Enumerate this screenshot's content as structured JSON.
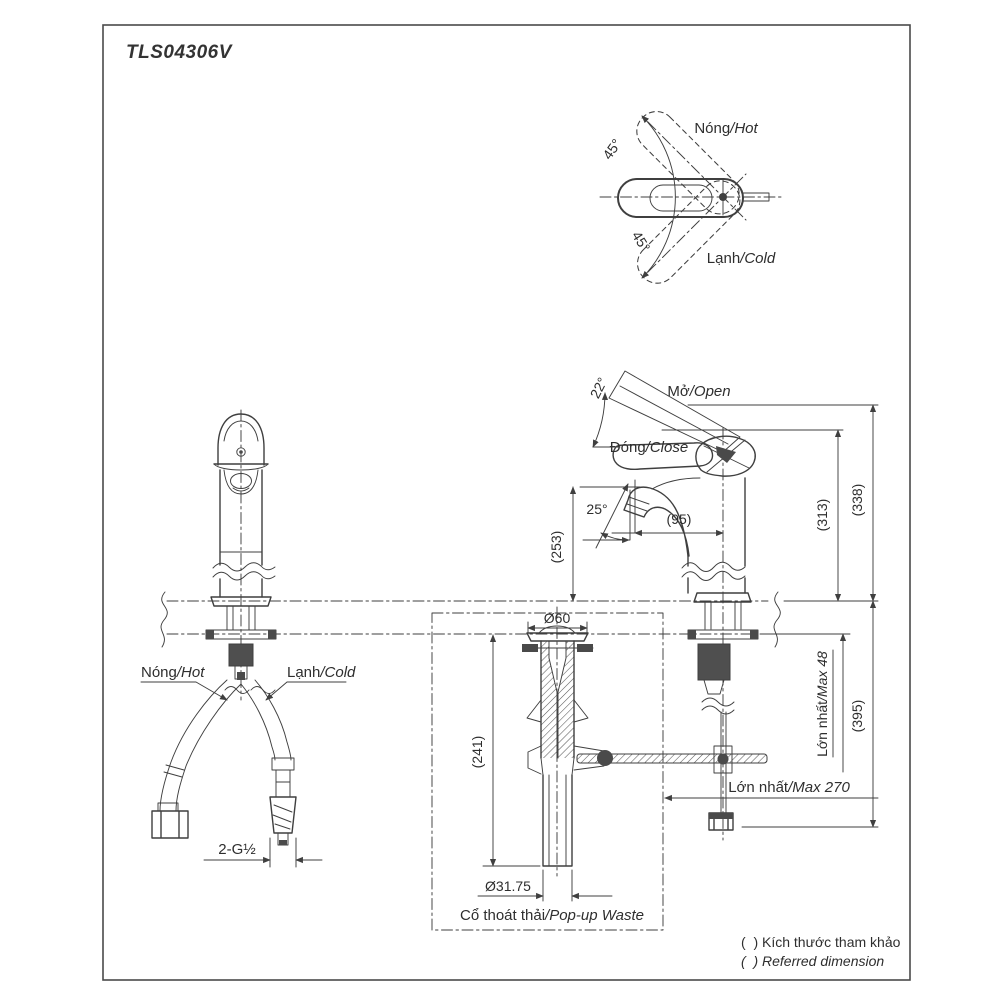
{
  "colors": {
    "line": "#3f3f3f",
    "text": "#2e2e2e",
    "dark_fill": "#4a4a4a",
    "background": "#ffffff"
  },
  "title": "TLS04306V",
  "top_view": {
    "hot_vi": "Nóng",
    "hot_en": "/Hot",
    "cold_vi": "Lạnh",
    "cold_en": "/Cold",
    "angle_upper": "45°",
    "angle_lower": "45°"
  },
  "side_view": {
    "open_vi": "Mở",
    "open_en": "/Open",
    "close_vi": "Đóng",
    "close_en": "/Close",
    "angle_open": "22°",
    "angle_spout": "25°",
    "dim_reach": "(95)",
    "dim_spout_height": "(253)",
    "dim_close_height": "(313)",
    "dim_open_height": "(338)",
    "dim_under": "(395)",
    "max_deck_vi": "Lớn nhất",
    "max_deck_en": "/Max 48",
    "max_rod_vi": "Lớn nhất",
    "max_rod_en": "/Max 270"
  },
  "front_view": {
    "hot_vi": "Nóng",
    "hot_en": "/Hot",
    "cold_vi": "Lạnh",
    "cold_en": "/Cold",
    "thread": "2-G½"
  },
  "popup_waste": {
    "dia_flange": "Ø60",
    "dim_height": "(241)",
    "dia_tail": "Ø31.75",
    "caption_vi": "Cổ thoát thải",
    "caption_en": "/Pop-up Waste"
  },
  "footnote": {
    "line1_vi": "(  ) Kích thước tham khảo",
    "line2_en": "(  ) Referred dimension"
  }
}
